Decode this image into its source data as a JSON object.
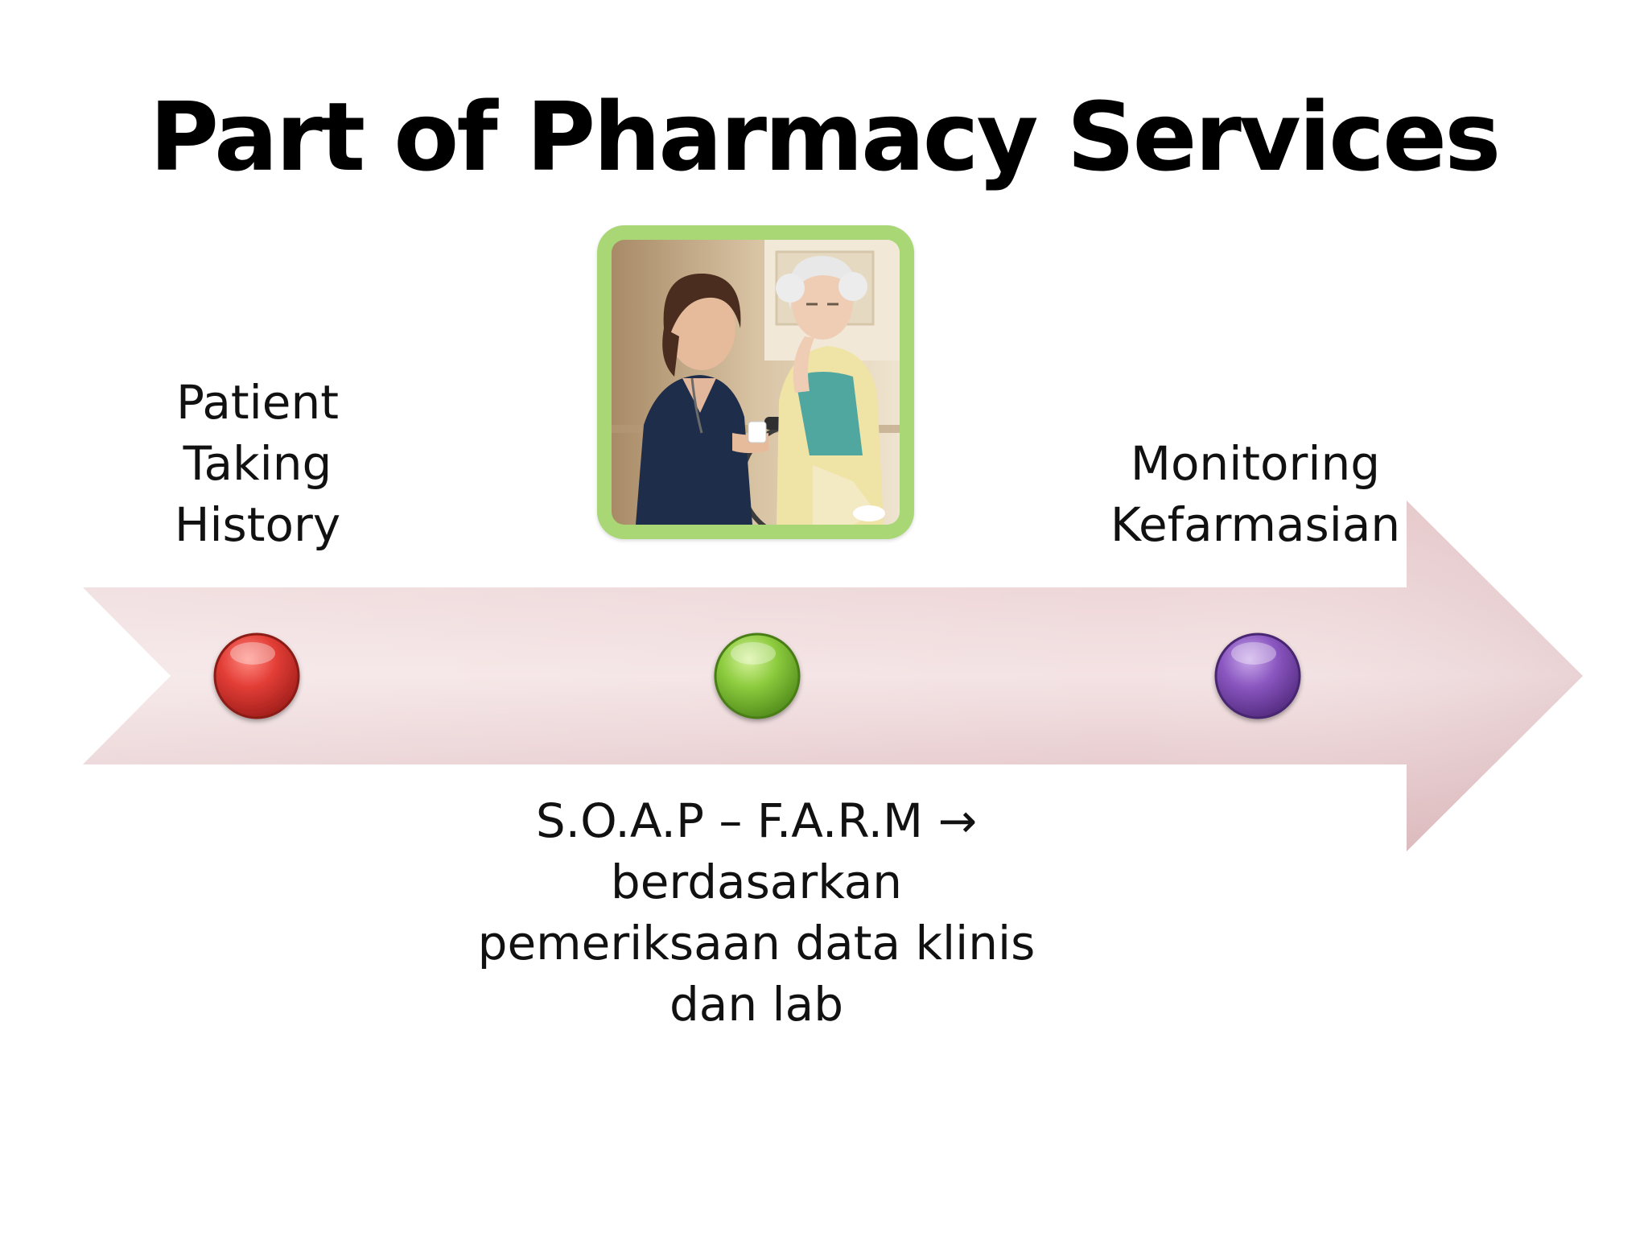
{
  "title": "Part of Pharmacy Services",
  "steps": [
    {
      "lines": [
        "Patient",
        "Taking",
        "History"
      ],
      "dot_color": "#d7322e"
    },
    {
      "lines": [
        "S.O.A.P – F.A.R.M →",
        "berdasarkan",
        "pemeriksaan data klinis",
        "dan lab"
      ],
      "dot_color": "#86c33a"
    },
    {
      "lines": [
        "Monitoring",
        "Kefarmasian"
      ],
      "dot_color": "#8a56b8"
    }
  ],
  "photo": {
    "frame_color": "#a9d776",
    "subject": "pharmacist-with-elderly-patient"
  },
  "colors": {
    "arrow": "#e3c2c6",
    "arrow_highlight": "#f2dfe1",
    "background": "#ffffff"
  }
}
